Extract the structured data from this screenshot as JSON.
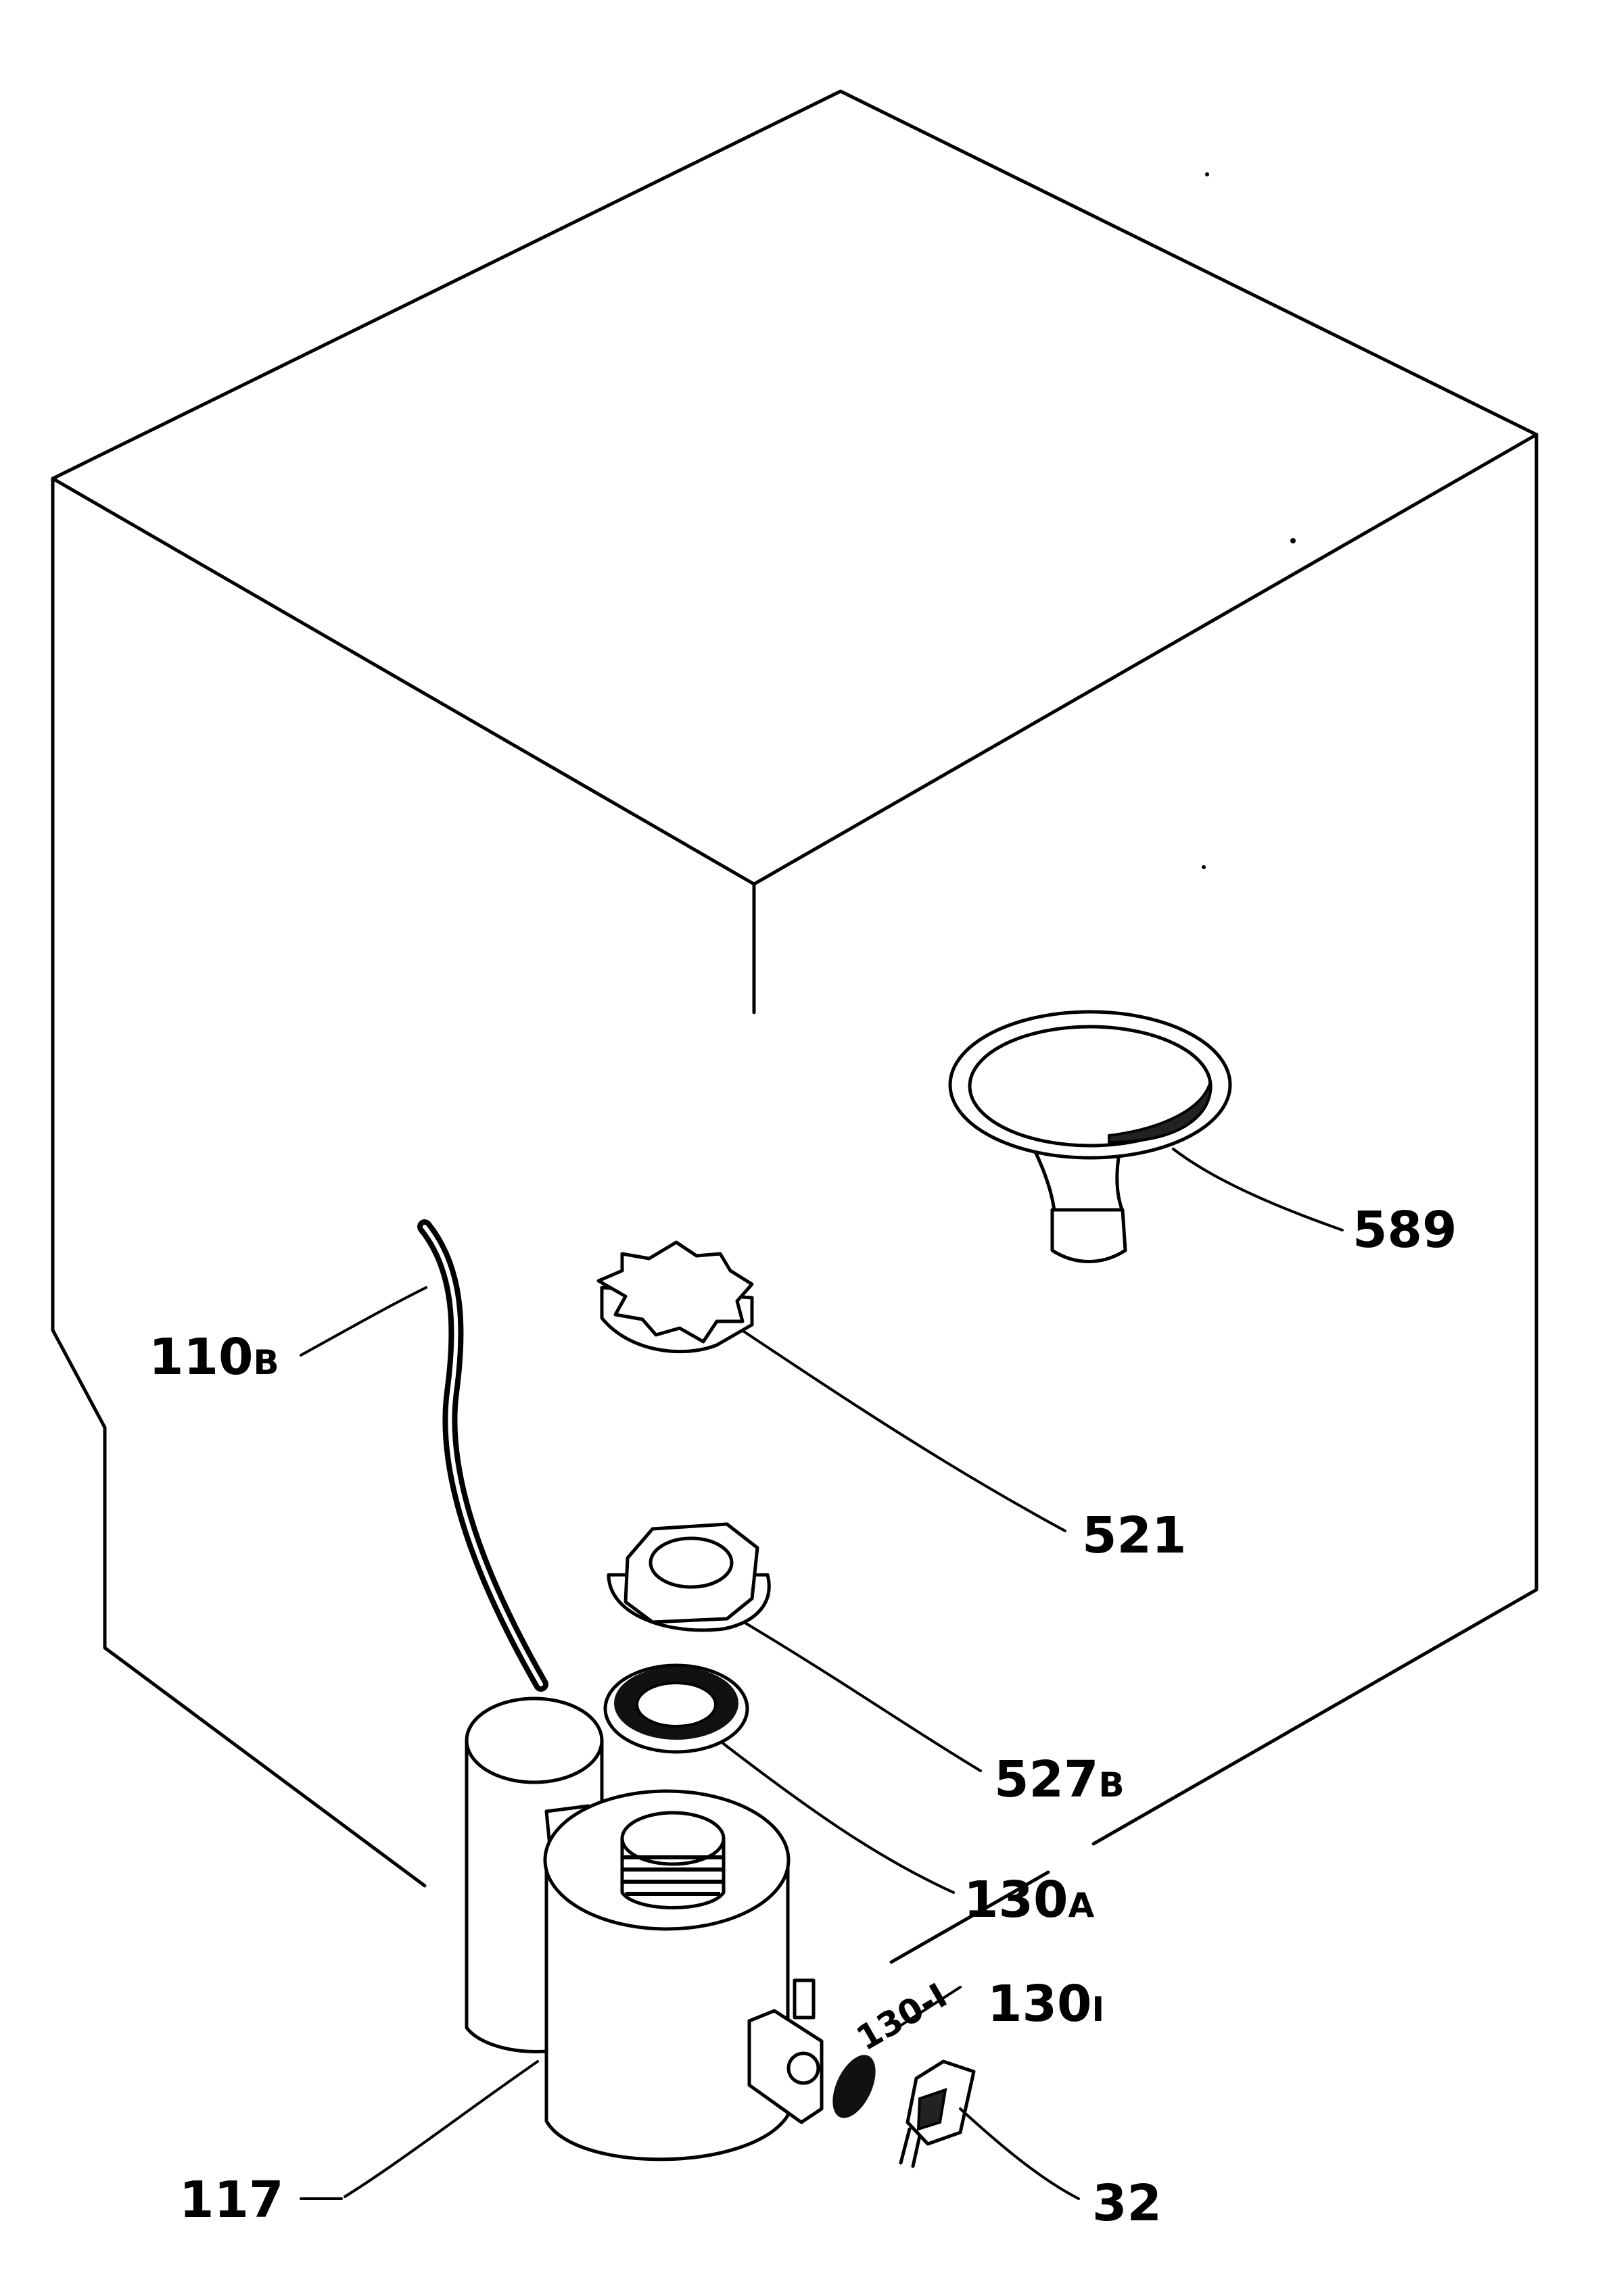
{
  "labels": {
    "part_589": "589",
    "part_110b": "110",
    "part_110b_suffix": "B",
    "part_521": "521",
    "part_527b": "527",
    "part_527b_suffix": "B",
    "part_130a": "130",
    "part_130a_suffix": "A",
    "part_130i": "130",
    "part_130i_suffix": "I",
    "part_117": "117",
    "part_32": "32",
    "stamp_130i": "130-I"
  },
  "colors": {
    "line": "#000000",
    "background": "#ffffff"
  }
}
